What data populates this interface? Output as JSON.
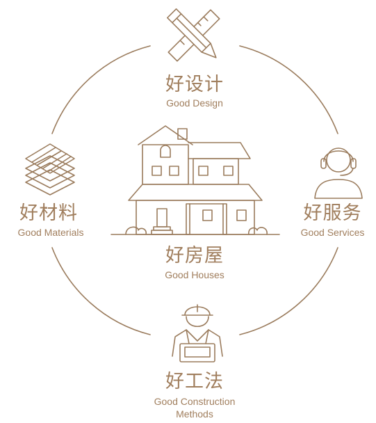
{
  "colors": {
    "accent": "#9a7b5c",
    "background": "#ffffff"
  },
  "design": {
    "zh": "好设计",
    "en": "Good Design",
    "icon": "ruler-pencil-icon"
  },
  "materials": {
    "zh": "好材料",
    "en": "Good Materials",
    "icon": "layered-material-icon"
  },
  "services": {
    "zh": "好服务",
    "en": "Good Services",
    "icon": "headset-agent-icon"
  },
  "houses": {
    "zh": "好房屋",
    "en": "Good Houses",
    "icon": "house-icon"
  },
  "methods": {
    "zh": "好工法",
    "en_line1": "Good Construction",
    "en_line2": "Methods",
    "icon": "construction-worker-icon"
  }
}
